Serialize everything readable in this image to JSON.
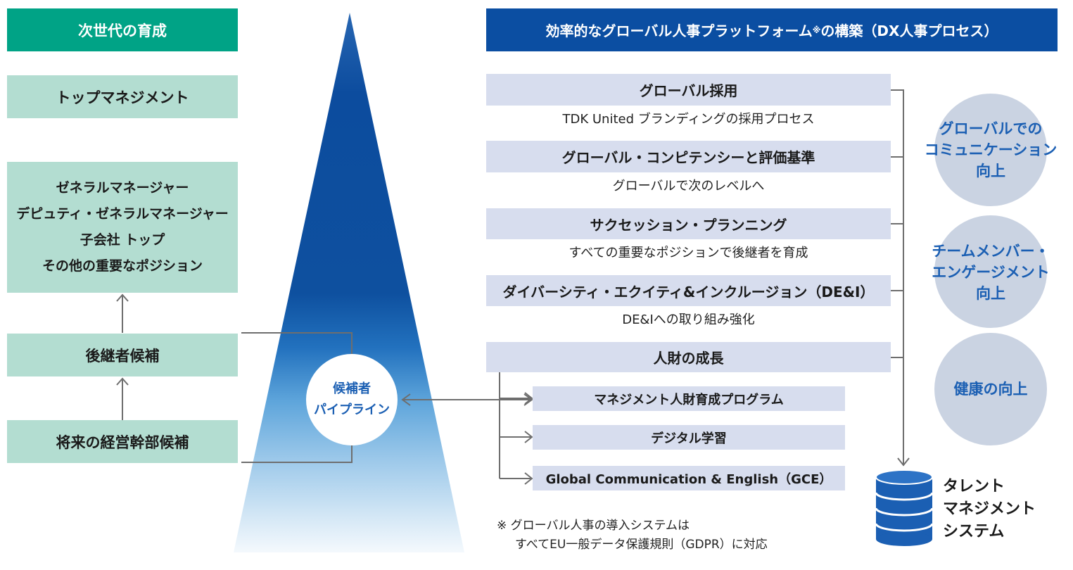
{
  "left": {
    "header": "次世代の育成",
    "top_management": "トップマネジメント",
    "positions": [
      "ゼネラルマネージャー",
      "デピュティ・ゼネラルマネージャー",
      "子会社 トップ",
      "その他の重要なポジション"
    ],
    "successor": "後継者候補",
    "future_executive": "将来の経営幹部候補"
  },
  "pipeline": {
    "lines": [
      "候補者",
      "パイプライン"
    ]
  },
  "right": {
    "header_pre": "効率的なグローバル人事プラットフォーム",
    "header_mark": "※",
    "header_post": "の構築（DX人事プロセス）",
    "items": [
      {
        "title": "グローバル採用",
        "desc": "TDK United ブランディングの採用プロセス"
      },
      {
        "title": "グローバル・コンピテンシーと評価基準",
        "desc": "グローバルで次のレベルへ"
      },
      {
        "title": "サクセッション・プランニング",
        "desc": "すべての重要なポジションで後継者を育成"
      },
      {
        "title": "ダイバーシティ・エクイティ&インクルージョン（DE&I）",
        "desc": "DE&Iへの取り組み強化"
      },
      {
        "title": "人財の成長"
      }
    ],
    "growth_programs": [
      "マネジメント人財育成プログラム",
      "デジタル学習",
      "Global Communication & English（GCE）"
    ]
  },
  "outcomes": [
    {
      "lines": [
        "グローバルでの",
        "コミュニケーション",
        "向上"
      ]
    },
    {
      "lines": [
        "チームメンバー・",
        "エンゲージメント",
        "向上"
      ]
    },
    {
      "lines": [
        "健康の向上"
      ]
    }
  ],
  "talent_system": {
    "lines": [
      "タレント",
      "マネジメント",
      "システム"
    ],
    "icon": "database-icon"
  },
  "footnote": [
    "※ グローバル人事の導入システムは",
    "すべてEU一般データ保護規則（GDPR）に対応"
  ],
  "colors": {
    "left_header_bg": "#00a386",
    "left_box_bg": "#b3ddd1",
    "right_header_bg": "#0b4ea2",
    "right_box_bg": "#d7ddee",
    "accent_blue": "#1b5fb3",
    "outcome_circle_bg": "#cad3e2",
    "connector_gray": "#6e6e6e"
  }
}
